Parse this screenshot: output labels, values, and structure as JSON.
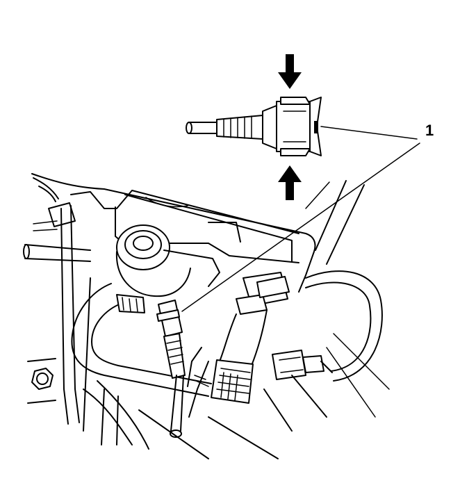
{
  "illustration": {
    "subject": "connector-release-illustration"
  },
  "callouts": [
    {
      "id": "callout-1",
      "label": "1"
    }
  ],
  "colors": {
    "line": "#000000",
    "background": "#ffffff"
  }
}
